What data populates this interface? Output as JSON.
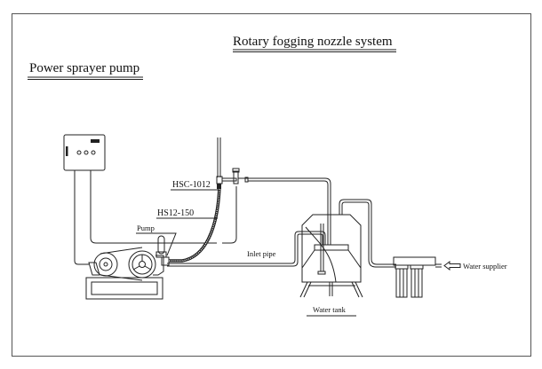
{
  "title": "Rotary fogging nozzle system",
  "subtitle": "Power sprayer pump",
  "labels": {
    "nozzle_fitting": "HSC-1012",
    "hose": "HS12-150",
    "pump": "Pump",
    "inlet_pipe": "Inlet pipe",
    "water_tank": "Water tank",
    "water_supplier": "Water supplier"
  },
  "components": [
    {
      "id": "control-box",
      "name": "Control box",
      "buttons": 3
    },
    {
      "id": "motor",
      "name": "Electric motor"
    },
    {
      "id": "pump",
      "name": "Pump"
    },
    {
      "id": "high-pressure-hose",
      "name": "High-pressure hose"
    },
    {
      "id": "tee-fitting",
      "name": "Tee fitting"
    },
    {
      "id": "water-tank",
      "name": "Water tank"
    },
    {
      "id": "water-filter",
      "name": "Water filter",
      "cartridges": 2
    }
  ],
  "connections": [
    {
      "from": "water-supplier",
      "to": "water-filter"
    },
    {
      "from": "water-filter",
      "to": "water-tank"
    },
    {
      "from": "water-tank",
      "to": "pump",
      "label": "Inlet pipe"
    },
    {
      "from": "pump",
      "to": "tee-fitting",
      "label": "HS12-150"
    },
    {
      "from": "tee-fitting",
      "to": "water-tank"
    },
    {
      "from": "control-box",
      "to": "motor"
    },
    {
      "from": "control-box",
      "to": "tee-fitting"
    }
  ],
  "arrow": {
    "direction": "left",
    "target": "water-filter"
  }
}
